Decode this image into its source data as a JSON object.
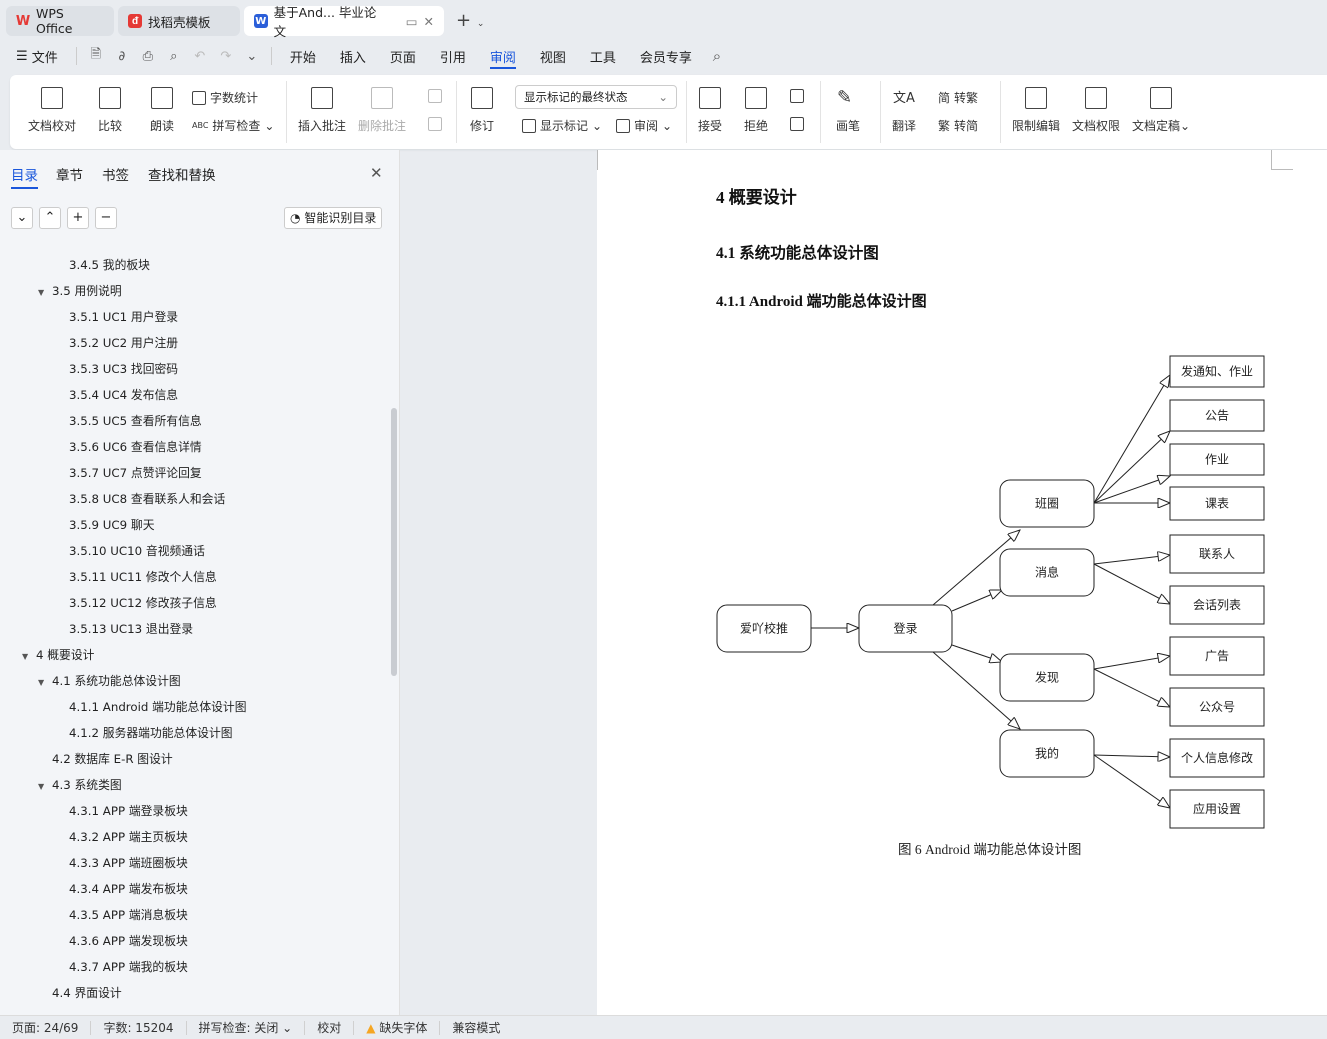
{
  "tabs": [
    {
      "label": "WPS Office",
      "icon": "wps-logo-icon"
    },
    {
      "label": "找稻壳模板",
      "icon": "docer-icon"
    },
    {
      "label": "基于And... 毕业论文",
      "icon": "word-doc-icon"
    }
  ],
  "menu": {
    "file": "文件",
    "items": [
      "开始",
      "插入",
      "页面",
      "引用",
      "审阅",
      "视图",
      "工具",
      "会员专享"
    ],
    "active": "审阅"
  },
  "ribbon": {
    "proofread": "文档校对",
    "compare": "比较",
    "read_aloud": "朗读",
    "word_count": "字数统计",
    "spell_check": "拼写检查",
    "insert_comment": "插入批注",
    "delete_comment": "删除批注",
    "revise": "修订",
    "markup_state": "显示标记的最终状态",
    "show_markup": "显示标记",
    "review": "审阅",
    "accept": "接受",
    "reject": "拒绝",
    "pen": "画笔",
    "translate": "翻译",
    "to_traditional": "转繁",
    "to_simplified": "转简",
    "restrict_edit": "限制编辑",
    "doc_permission": "文档权限",
    "finalize": "文档定稿"
  },
  "sidebar": {
    "tabs": [
      "目录",
      "章节",
      "书签",
      "查找和替换"
    ],
    "smart_toc": "智能识别目录",
    "toc": [
      {
        "label": "3.4.5  我的板块",
        "level": 3
      },
      {
        "label": "3.5  用例说明",
        "level": 2,
        "expanded": true
      },
      {
        "label": "3.5.1  UC1 用户登录",
        "level": 3
      },
      {
        "label": "3.5.2  UC2 用户注册",
        "level": 3
      },
      {
        "label": "3.5.3  UC3 找回密码",
        "level": 3
      },
      {
        "label": "3.5.4  UC4 发布信息",
        "level": 3
      },
      {
        "label": "3.5.5  UC5 查看所有信息",
        "level": 3
      },
      {
        "label": "3.5.6  UC6 查看信息详情",
        "level": 3
      },
      {
        "label": "3.5.7  UC7 点赞评论回复",
        "level": 3
      },
      {
        "label": "3.5.8  UC8 查看联系人和会话",
        "level": 3
      },
      {
        "label": "3.5.9  UC9 聊天",
        "level": 3
      },
      {
        "label": "3.5.10  UC10 音视频通话",
        "level": 3
      },
      {
        "label": "3.5.11  UC11 修改个人信息",
        "level": 3
      },
      {
        "label": "3.5.12  UC12 修改孩子信息",
        "level": 3
      },
      {
        "label": "3.5.13  UC13 退出登录",
        "level": 3
      },
      {
        "label": "4  概要设计",
        "level": 1,
        "expanded": true
      },
      {
        "label": "4.1  系统功能总体设计图",
        "level": 2,
        "expanded": true
      },
      {
        "label": "4.1.1  Android 端功能总体设计图",
        "level": 3
      },
      {
        "label": "4.1.2  服务器端功能总体设计图",
        "level": 3
      },
      {
        "label": "4.2  数据库 E-R 图设计",
        "level": 2
      },
      {
        "label": "4.3  系统类图",
        "level": 2,
        "expanded": true
      },
      {
        "label": "4.3.1  APP 端登录板块",
        "level": 3
      },
      {
        "label": "4.3.2  APP 端主页板块",
        "level": 3
      },
      {
        "label": "4.3.3  APP 端班圈板块",
        "level": 3
      },
      {
        "label": "4.3.4  APP 端发布板块",
        "level": 3
      },
      {
        "label": "4.3.5  APP 端消息板块",
        "level": 3
      },
      {
        "label": "4.3.6  APP 端发现板块",
        "level": 3
      },
      {
        "label": "4.3.7  APP 端我的板块",
        "level": 3
      },
      {
        "label": "4.4  界面设计",
        "level": 2
      }
    ]
  },
  "document": {
    "h1": "4  概要设计",
    "h2": "4.1  系统功能总体设计图",
    "h3": "4.1.1  Android 端功能总体设计图",
    "caption": "图 6  Android 端功能总体设计图",
    "diagram": {
      "root": "爱吖校推",
      "login": "登录",
      "modules": [
        "班圈",
        "消息",
        "发现",
        "我的"
      ],
      "leaves": [
        "发通知、作业",
        "公告",
        "作业",
        "课表",
        "联系人",
        "会话列表",
        "广告",
        "公众号",
        "个人信息修改",
        "应用设置"
      ]
    }
  },
  "status": {
    "page": "页面: 24/69",
    "words": "字数: 15204",
    "spell": "拼写检查: 关闭",
    "proof": "校对",
    "missing_font": "缺失字体",
    "compat": "兼容模式"
  }
}
